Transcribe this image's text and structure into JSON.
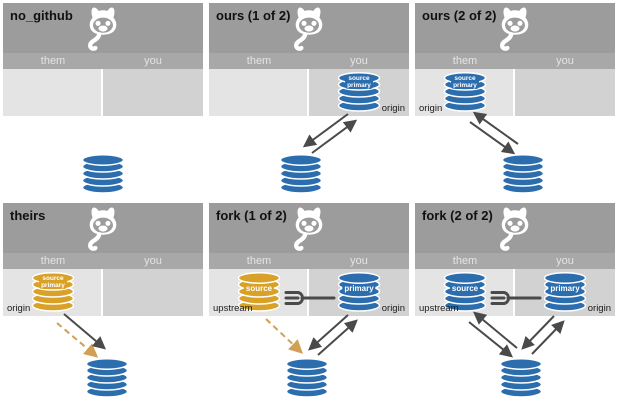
{
  "colors": {
    "db_blue": "#2b6dad",
    "db_yellow": "#d9a127",
    "panel_header": "#9c9c9c",
    "band": "#a8a8a8",
    "them_box": "#e4e4e4",
    "you_box": "#d2d2d2",
    "arrow": "#4a4a4a",
    "arrow_dashed": "#d1a054",
    "octocat_white": "#ffffff"
  },
  "icons": {
    "octocat": "github-octocat",
    "database": "database-stack",
    "fork": "cutlery-fork"
  },
  "panels": [
    {
      "title": "no_github",
      "them": "them",
      "you": "you"
    },
    {
      "title": "ours (1 of 2)",
      "them": "them",
      "you": "you",
      "github_db": {
        "line1": "source",
        "line2": "primary"
      },
      "corner": "origin"
    },
    {
      "title": "ours (2 of 2)",
      "them": "them",
      "you": "you",
      "github_db": {
        "line1": "source",
        "line2": "primary"
      },
      "corner": "origin"
    },
    {
      "title": "theirs",
      "them": "them",
      "you": "you",
      "github_db": {
        "line1": "source",
        "line2": "primary"
      },
      "corner": "origin"
    },
    {
      "title": "fork (1 of 2)",
      "them": "them",
      "you": "you",
      "upstream_db": {
        "label": "source"
      },
      "origin_db": {
        "label": "primary"
      },
      "corner_left": "upstream",
      "corner_right": "origin"
    },
    {
      "title": "fork (2 of 2)",
      "them": "them",
      "you": "you",
      "upstream_db": {
        "label": "source"
      },
      "origin_db": {
        "label": "primary"
      },
      "corner_left": "upstream",
      "corner_right": "origin"
    }
  ]
}
